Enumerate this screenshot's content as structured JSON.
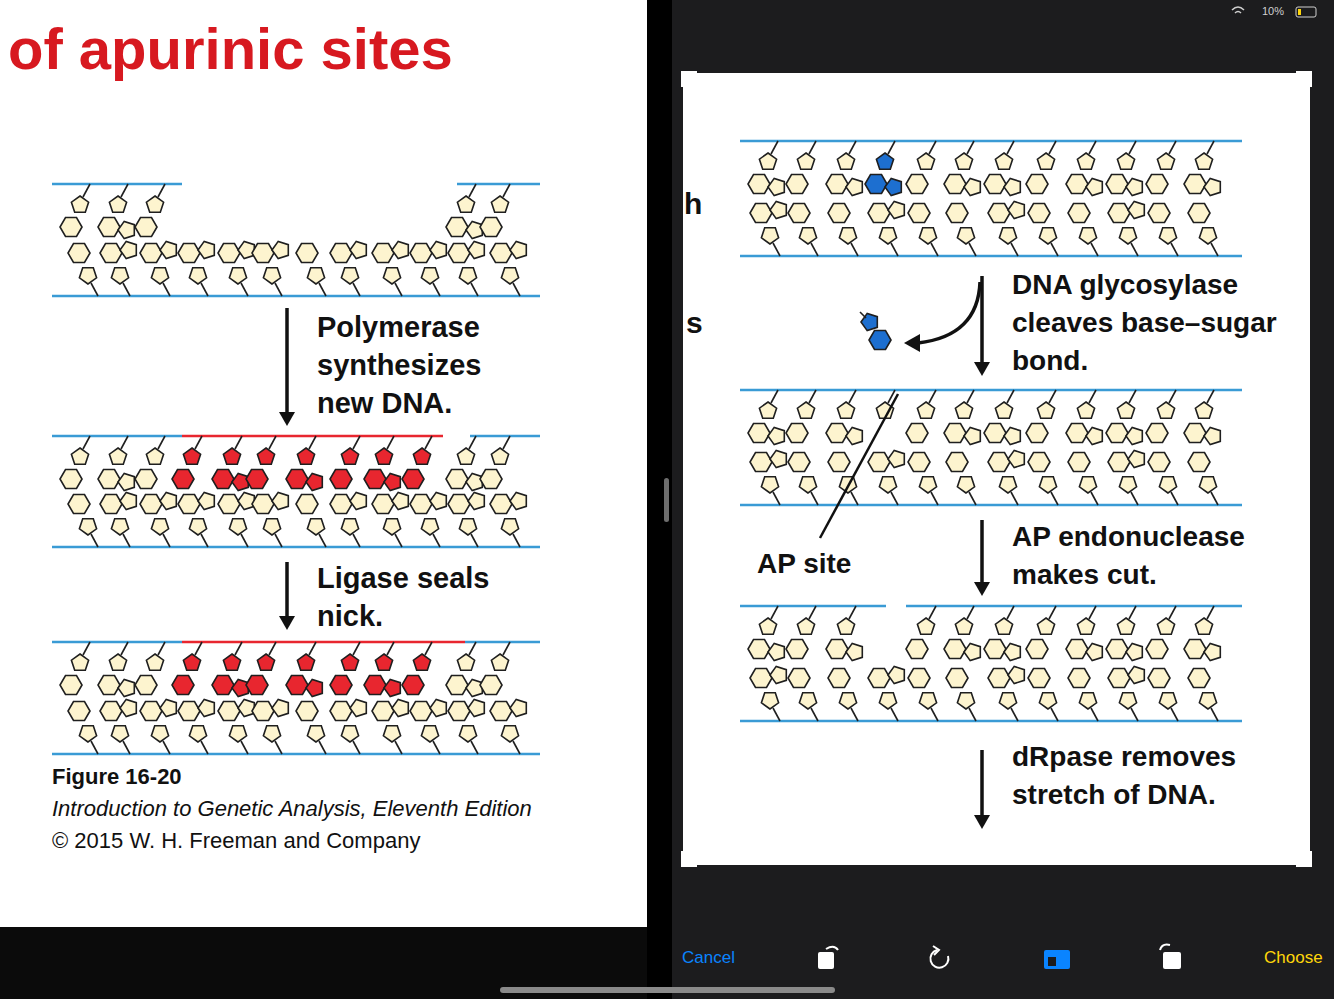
{
  "diagram": {
    "title": "of apurinic sites",
    "labels": [
      "Polymerase synthesizes new DNA.",
      "Ligase seals nick.",
      "Figure 16-20",
      "Introduction to Genetic Analysis, Eleventh Edition",
      "© 2015 W. H. Freeman and Company",
      "h",
      "s",
      "DNA glycosylase cleaves base–sugar bond.",
      "AP site",
      "AP endonuclease makes cut.",
      "dRpase removes stretch of DNA.",
      "Cancel",
      "Choose",
      "10%"
    ]
  }
}
